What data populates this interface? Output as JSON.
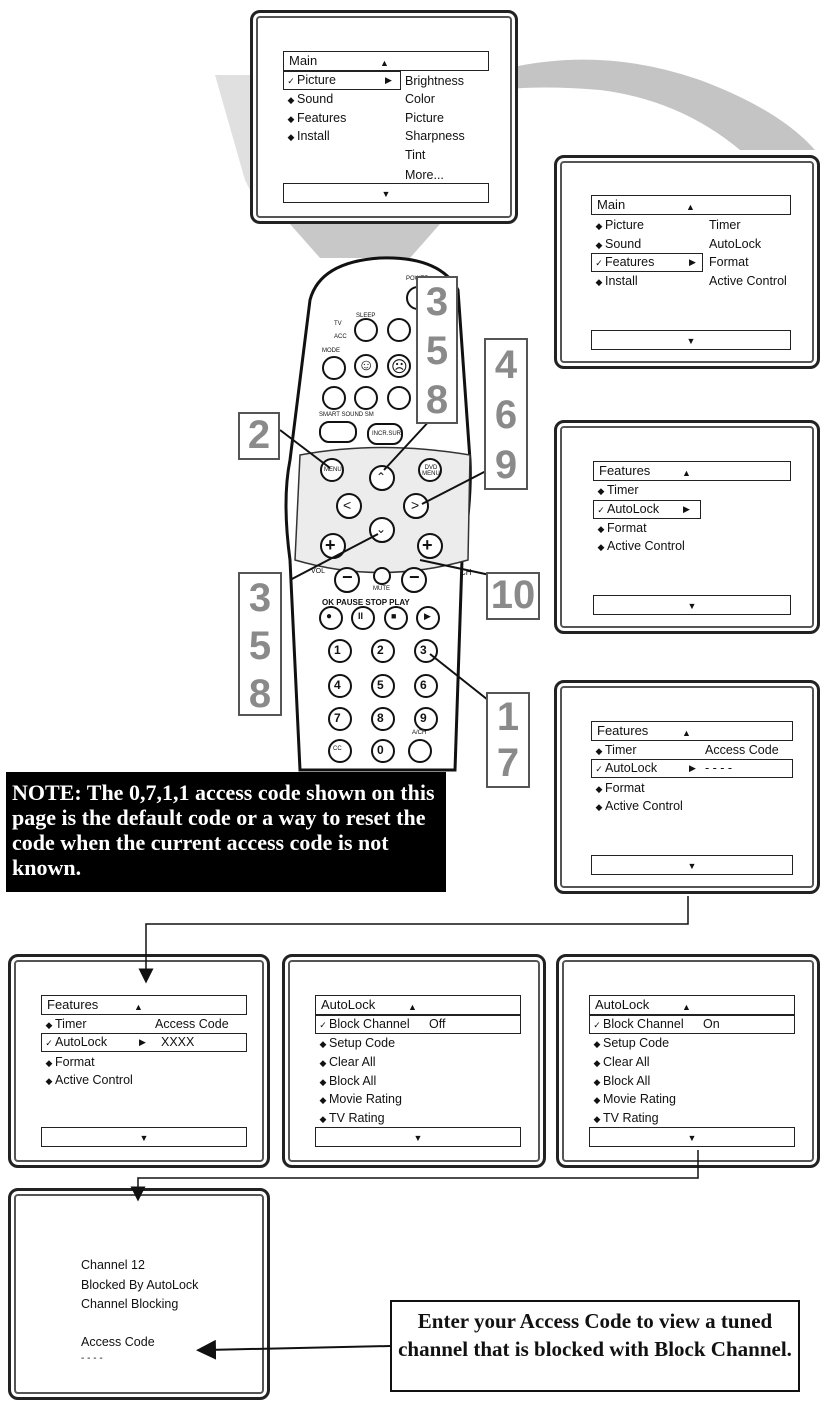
{
  "screen1": {
    "header": "Main",
    "items": [
      {
        "bullet": "✓",
        "label": "Picture",
        "arrow": "▶"
      },
      {
        "bullet": "◆",
        "label": "Sound"
      },
      {
        "bullet": "◆",
        "label": "Features"
      },
      {
        "bullet": "◆",
        "label": "Install"
      }
    ],
    "submenu": [
      "Brightness",
      "Color",
      "Picture",
      "Sharpness",
      "Tint",
      "More..."
    ]
  },
  "screen2": {
    "header": "Main",
    "items": [
      {
        "bullet": "◆",
        "label": "Picture"
      },
      {
        "bullet": "◆",
        "label": "Sound"
      },
      {
        "bullet": "✓",
        "label": "Features",
        "arrow": "▶"
      },
      {
        "bullet": "◆",
        "label": "Install"
      }
    ],
    "submenu": [
      "Timer",
      "AutoLock",
      "Format",
      "Active Control"
    ]
  },
  "screen3": {
    "header": "Features",
    "items": [
      {
        "bullet": "◆",
        "label": "Timer"
      },
      {
        "bullet": "✓",
        "label": "AutoLock",
        "arrow": "▶"
      },
      {
        "bullet": "◆",
        "label": "Format"
      },
      {
        "bullet": "◆",
        "label": "Active Control"
      }
    ]
  },
  "screen4": {
    "header": "Features",
    "items": [
      {
        "bullet": "◆",
        "label": "Timer"
      },
      {
        "bullet": "✓",
        "label": "AutoLock",
        "arrow": "▶"
      },
      {
        "bullet": "◆",
        "label": "Format"
      },
      {
        "bullet": "◆",
        "label": "Active Control"
      }
    ],
    "sub_title": "Access Code",
    "sub_value": "- - - -"
  },
  "screen5": {
    "header": "Features",
    "items": [
      {
        "bullet": "◆",
        "label": "Timer"
      },
      {
        "bullet": "✓",
        "label": "AutoLock",
        "arrow": "▶"
      },
      {
        "bullet": "◆",
        "label": "Format"
      },
      {
        "bullet": "◆",
        "label": "Active Control"
      }
    ],
    "sub_title": "Access Code",
    "sub_value": "XXXX"
  },
  "screen6": {
    "header": "AutoLock",
    "items": [
      {
        "bullet": "✓",
        "label": "Block Channel"
      },
      {
        "bullet": "◆",
        "label": "Setup Code"
      },
      {
        "bullet": "◆",
        "label": "Clear All"
      },
      {
        "bullet": "◆",
        "label": "Block All"
      },
      {
        "bullet": "◆",
        "label": "Movie Rating"
      },
      {
        "bullet": "◆",
        "label": "TV Rating"
      }
    ],
    "value": "Off"
  },
  "screen7": {
    "header": "AutoLock",
    "items": [
      {
        "bullet": "✓",
        "label": "Block Channel"
      },
      {
        "bullet": "◆",
        "label": "Setup Code"
      },
      {
        "bullet": "◆",
        "label": "Clear All"
      },
      {
        "bullet": "◆",
        "label": "Block All"
      },
      {
        "bullet": "◆",
        "label": "Movie Rating"
      },
      {
        "bullet": "◆",
        "label": "TV Rating"
      }
    ],
    "value": "On"
  },
  "screen8": {
    "lines": [
      "Channel 12",
      "Blocked By AutoLock",
      "Channel Blocking"
    ],
    "code_label": "Access Code",
    "code_value": "- - - -"
  },
  "arrows": {
    "up": "▲",
    "down": "▼"
  },
  "steps": {
    "s2": "2",
    "s358_top": [
      "3",
      "5",
      "8"
    ],
    "s469": [
      "4",
      "6",
      "9"
    ],
    "s358_bottom": [
      "3",
      "5",
      "8"
    ],
    "s10": "10",
    "s17": [
      "1",
      "7"
    ]
  },
  "remote": {
    "power": "POWER",
    "sleep": "SLEEP",
    "tv": "TV",
    "acc": "ACC",
    "mode": "MODE",
    "smart_sound": "SMART SOUND SM",
    "incredible": "INCR.SUR",
    "menu": "MENU",
    "dvd_menu": "DVD MENU",
    "vol": "VOL",
    "mute": "MUTE",
    "ch": "CH",
    "transport": "OK PAUSE STOP PLAY",
    "digits": [
      "1",
      "2",
      "3",
      "4",
      "5",
      "6",
      "7",
      "8",
      "9",
      "0"
    ],
    "cc": "CC",
    "a_ch": "A/CH"
  },
  "note": "NOTE: The 0,7,1,1 access code shown on this page is the default code or a way to reset the code when the current access code is not known.",
  "callout": "Enter your Access Code to view a tuned channel that is blocked with Block Channel."
}
